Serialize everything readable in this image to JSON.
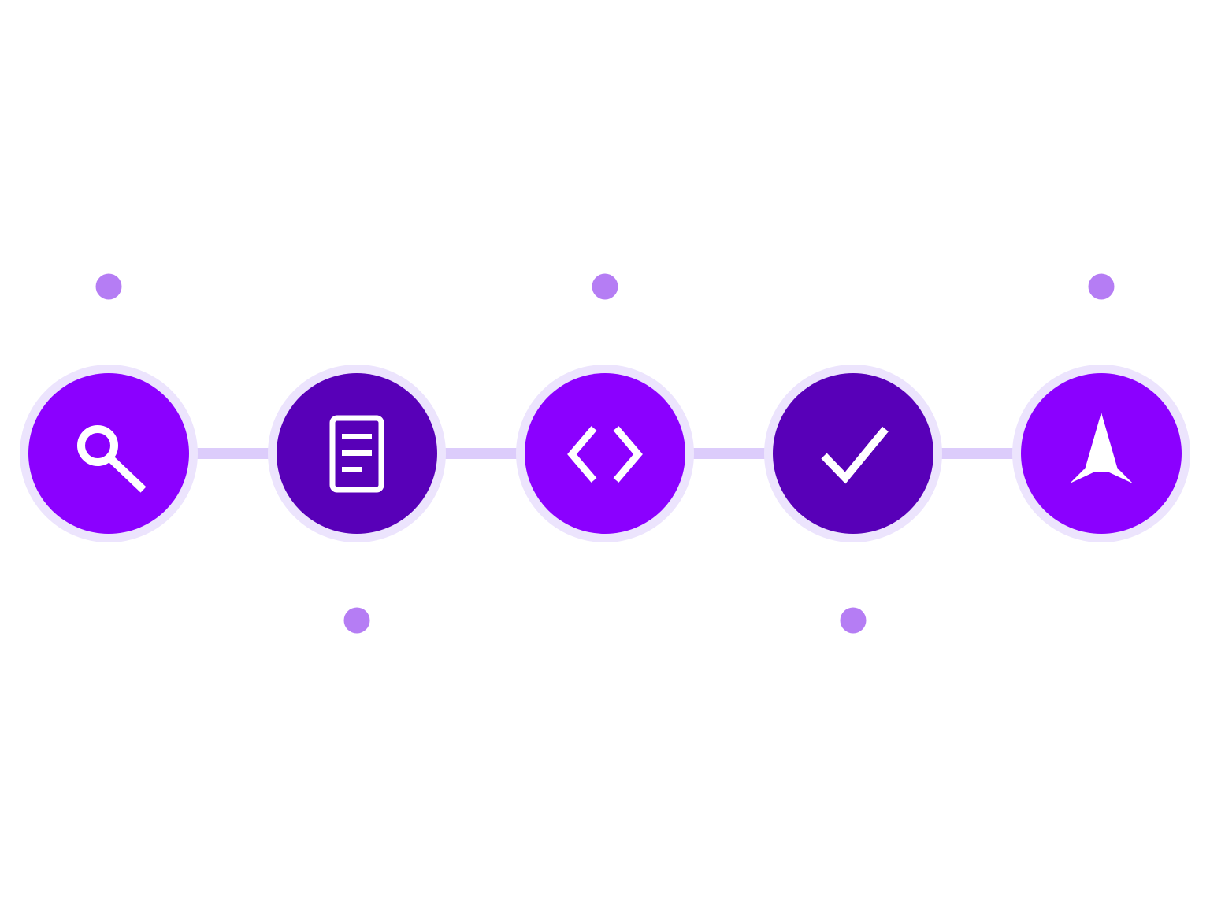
{
  "colors": {
    "background": "#ffffff",
    "bright_purple": "#8b00ff",
    "dark_purple": "#5800b8",
    "ring": "#ece4fd",
    "connector": "#dcccfb",
    "dot": "#b57df4",
    "icon": "#ffffff"
  },
  "steps": [
    {
      "icon": "search-icon",
      "fill": "bright",
      "marker": "above"
    },
    {
      "icon": "document-icon",
      "fill": "dark",
      "marker": "below"
    },
    {
      "icon": "code-icon",
      "fill": "bright",
      "marker": "above"
    },
    {
      "icon": "checkmark-icon",
      "fill": "dark",
      "marker": "below"
    },
    {
      "icon": "rocket-icon",
      "fill": "bright",
      "marker": "above"
    }
  ]
}
